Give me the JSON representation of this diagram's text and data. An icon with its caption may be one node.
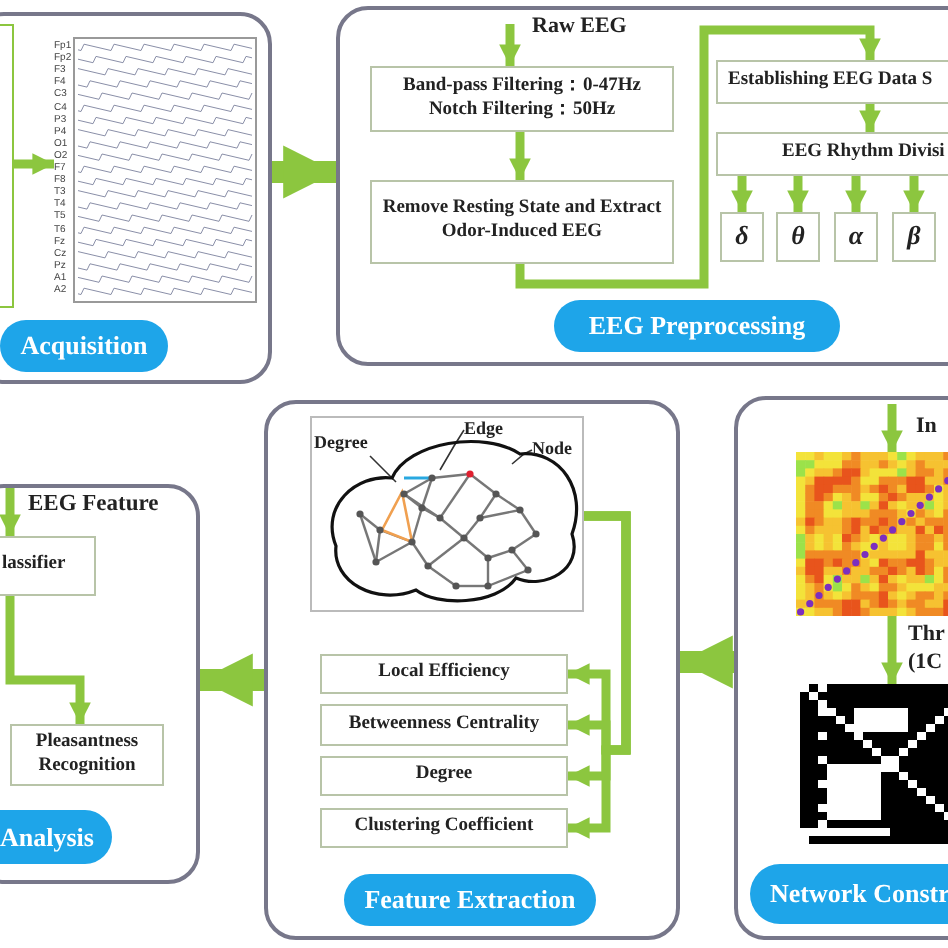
{
  "diagram": {
    "nodes": [
      {
        "text": [
          "Acquisition"
        ]
      },
      {
        "text": [],
        "shape": "box",
        "in": 0
      },
      {
        "text": [],
        "shape": "picture",
        "in": 0
      },
      {
        "text": [
          "EEG  Preprocessing"
        ]
      },
      {
        "text": [
          "Band-pass Filtering：0-47Hz",
          "Notch Filtering：50Hz"
        ],
        "in": 3
      },
      {
        "text": [
          "Remove Resting State and Extract Odor-Induced EEG"
        ],
        "in": 3
      },
      {
        "text": [
          "Establishing EEG Data S"
        ],
        "in": 3
      },
      {
        "text": [
          "EEG Rhythm Divisi"
        ],
        "in": 3
      },
      {
        "text": [
          "δ"
        ],
        "in": 3
      },
      {
        "text": [
          "θ"
        ],
        "in": 3
      },
      {
        "text": [
          "α"
        ],
        "in": 3
      },
      {
        "text": [
          "β"
        ],
        "in": 3
      },
      {
        "text": [
          "Network Constr"
        ]
      },
      {
        "text": [],
        "shape": "picture",
        "in": 12
      },
      {
        "text": [],
        "shape": "picture",
        "in": 12
      },
      {
        "text": [
          "Feature Extraction"
        ]
      },
      {
        "text": [],
        "shape": "picture",
        "in": 15
      },
      {
        "text": [
          "Degree"
        ],
        "in": 16
      },
      {
        "text": [
          "Edge"
        ],
        "in": 16
      },
      {
        "text": [
          "Node"
        ],
        "in": 16
      },
      {
        "text": [
          "Local Efficiency"
        ],
        "in": 15
      },
      {
        "text": [
          "Betweenness Centrality"
        ],
        "in": 15
      },
      {
        "text": [
          "Degree"
        ],
        "in": 15
      },
      {
        "text": [
          "Clustering Coefficient"
        ],
        "in": 15
      },
      {
        "text": [
          "Analysis"
        ]
      },
      {
        "text": [
          "lassifier"
        ],
        "in": 24
      },
      {
        "text": [
          "Pleasantness Recognition"
        ],
        "in": 24
      }
    ],
    "edges": [
      {
        "from": 1,
        "to": 2,
        "arrow": "to"
      },
      {
        "from": 0,
        "to": 3,
        "arrow": "to",
        "style": "thick"
      },
      {
        "from": null,
        "to": 4,
        "arrow": "to",
        "label": "Raw EEG"
      },
      {
        "from": 4,
        "to": 5,
        "arrow": "to"
      },
      {
        "from": 5,
        "to": 6,
        "arrow": "to"
      },
      {
        "from": 6,
        "to": 7,
        "arrow": "to"
      },
      {
        "from": 7,
        "to": 8,
        "arrow": "to"
      },
      {
        "from": 7,
        "to": 9,
        "arrow": "to"
      },
      {
        "from": 7,
        "to": 10,
        "arrow": "to"
      },
      {
        "from": 7,
        "to": 11,
        "arrow": "to"
      },
      {
        "from": null,
        "to": 13,
        "arrow": "to",
        "label": "In"
      },
      {
        "from": 13,
        "to": 14,
        "arrow": "to",
        "label": "Thr (1C"
      },
      {
        "from": 12,
        "to": 15,
        "arrow": "to",
        "style": "thick"
      },
      {
        "from": 16,
        "to": 20,
        "arrow": "to"
      },
      {
        "from": 16,
        "to": 21,
        "arrow": "to"
      },
      {
        "from": 16,
        "to": 22,
        "arrow": "to"
      },
      {
        "from": 16,
        "to": 23,
        "arrow": "to"
      },
      {
        "from": 15,
        "to": 24,
        "arrow": "to",
        "style": "thick"
      },
      {
        "from": null,
        "to": 25,
        "arrow": "to",
        "label": "EEG Feature"
      },
      {
        "from": 25,
        "to": 26,
        "arrow": "to"
      },
      {
        "from": 17,
        "to": null,
        "arrow": "none",
        "color": "#333333"
      },
      {
        "from": 18,
        "to": null,
        "arrow": "none",
        "color": "#333333"
      },
      {
        "from": 19,
        "to": null,
        "arrow": "none",
        "color": "#333333"
      }
    ],
    "labels": [
      "Fp1",
      "Fp2",
      "F3",
      "F4",
      "C3",
      "C4",
      "P3",
      "P4",
      "O1",
      "O2",
      "F7",
      "F8",
      "T3",
      "T4",
      "T5",
      "T6",
      "Fz",
      "Cz",
      "Pz",
      "A1",
      "A2"
    ]
  }
}
